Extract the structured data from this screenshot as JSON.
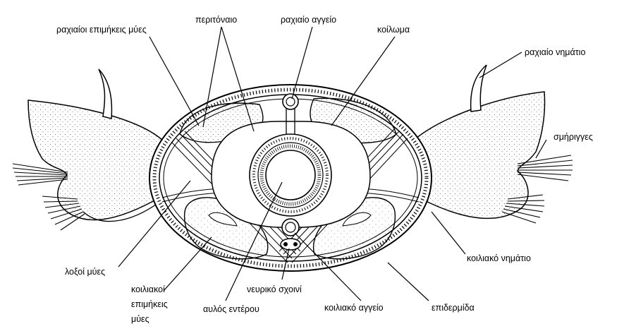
{
  "labels": {
    "dorsal_longitudinal_muscles": "ραχιαίοι επιμήκεις μύες",
    "peritoneum": "περιτόναιο",
    "dorsal_vessel": "ραχιαίο αγγείο",
    "coelom": "κοίλωμα",
    "dorsal_cirrus": "ραχιαίο νημάτιο",
    "chaetae": "σμήριγγες",
    "ventral_cirrus": "κοιλιακό νημάτιο",
    "oblique_muscles": "λοξοί μύες",
    "ventral_longitudinal_muscles_line1": "κοιλιακοί",
    "ventral_longitudinal_muscles_line2": "επιμήκεις",
    "ventral_longitudinal_muscles_line3": "μύες",
    "gut": "αυλός εντέρου",
    "nerve_cord": "νευρικό σχοινί",
    "ventral_vessel": "κοιλιακό αγγείο",
    "epidermis": "επιδερμίδα"
  }
}
